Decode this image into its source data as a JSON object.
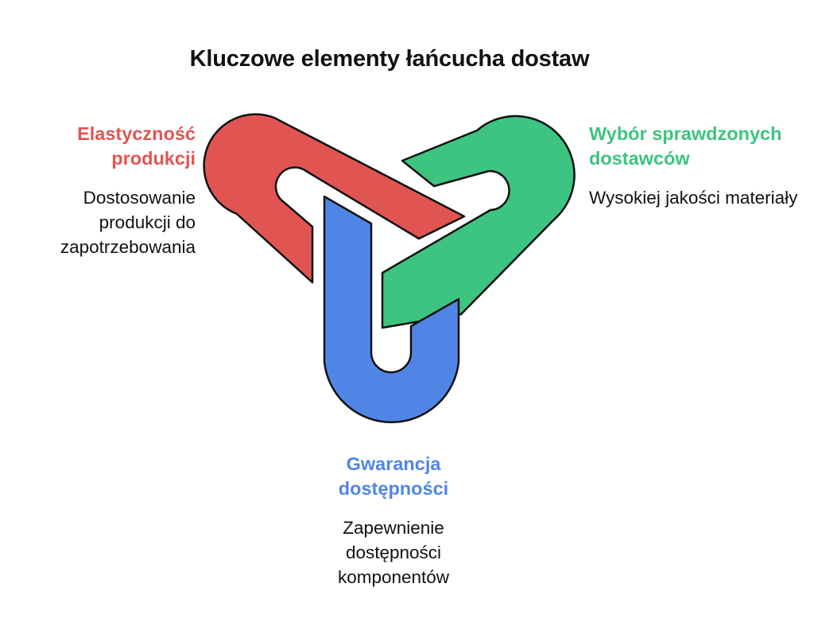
{
  "title": "Kluczowe elementy łańcucha dostaw",
  "nodes": {
    "left": {
      "heading": "Elastyczność produkcji",
      "description": "Dostosowanie produkcji do zapotrzebowania",
      "color": "#e05552"
    },
    "right": {
      "heading": "Wybór sprawdzonych dostawców",
      "description": "Wysokiej jakości materiały",
      "color": "#3cc480"
    },
    "bottom": {
      "heading": "Gwarancja dostępności",
      "description": "Zapewnienie dostępności komponentów",
      "color": "#4f86e6"
    }
  }
}
